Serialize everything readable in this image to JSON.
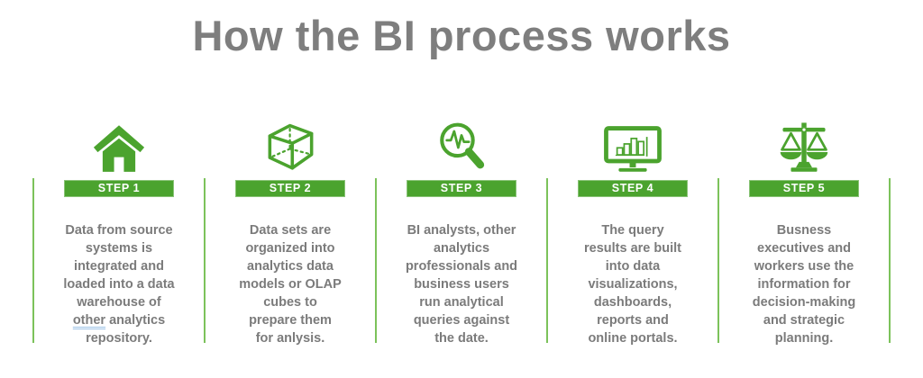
{
  "title": "How the BI process works",
  "colors": {
    "accent_green": "#4BA32E",
    "divider_green": "#7CC25B",
    "text_gray": "#7B7B7B",
    "title_gray": "#7E7E7E",
    "badge_text": "#FFFFFF",
    "underline_blue": "#9DC3E6"
  },
  "steps": [
    {
      "badge": "STEP 1",
      "icon": "house-icon",
      "text_before": "Data from source\nsystems is\nintegrated and\nloaded into a data\nwarehouse of\n",
      "text_underlined": "other",
      "text_after": " analytics\nrepository."
    },
    {
      "badge": "STEP 2",
      "icon": "cube-icon",
      "text": "Data sets are\norganized into\nanalytics data\nmodels or OLAP\ncubes to\nprepare them\nfor anlysis."
    },
    {
      "badge": "STEP 3",
      "icon": "magnifier-pulse-icon",
      "text": "BI analysts, other\nanalytics\nprofessionals and\nbusiness users\nrun analytical\nqueries against\nthe date."
    },
    {
      "badge": "STEP 4",
      "icon": "monitor-bar-chart-icon",
      "text": "The query\nresults are built\ninto data\nvisualizations,\ndashboards,\nreports and\nonline portals."
    },
    {
      "badge": "STEP 5",
      "icon": "balance-scales-icon",
      "text": "Busness\nexecutives and\nworkers use the\ninformation for\ndecision-making\nand strategic\nplanning."
    }
  ]
}
